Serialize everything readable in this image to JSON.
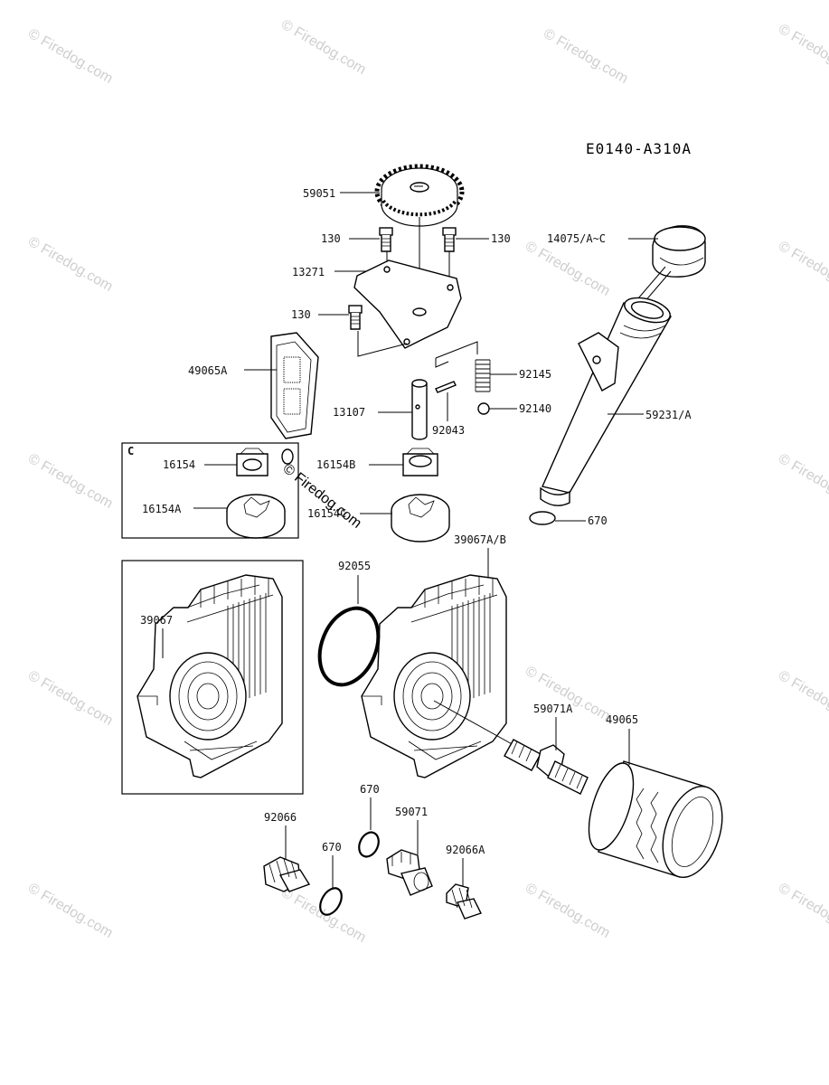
{
  "diagram_code": "E0140-A310A",
  "watermark": "© Firedog.com",
  "inset_label": "C",
  "labels": {
    "l59051": "59051",
    "l130a": "130",
    "l130b": "130",
    "l130c": "130",
    "l13271": "13271",
    "l14075": "14075/A~C",
    "l49065A": "49065A",
    "l92145": "92145",
    "l13107": "13107",
    "l92043": "92043",
    "l92140": "92140",
    "l59231": "59231/A",
    "l16154": "16154",
    "l16154A": "16154A",
    "l16154B": "16154B",
    "l16154C": "16154C",
    "l670a": "670",
    "l39067AB": "39067A/B",
    "l92055": "92055",
    "l39067": "39067",
    "l59071A": "59071A",
    "l49065": "49065",
    "l670b": "670",
    "l59071": "59071",
    "l92066": "92066",
    "l670c": "670",
    "l92066A": "92066A"
  }
}
